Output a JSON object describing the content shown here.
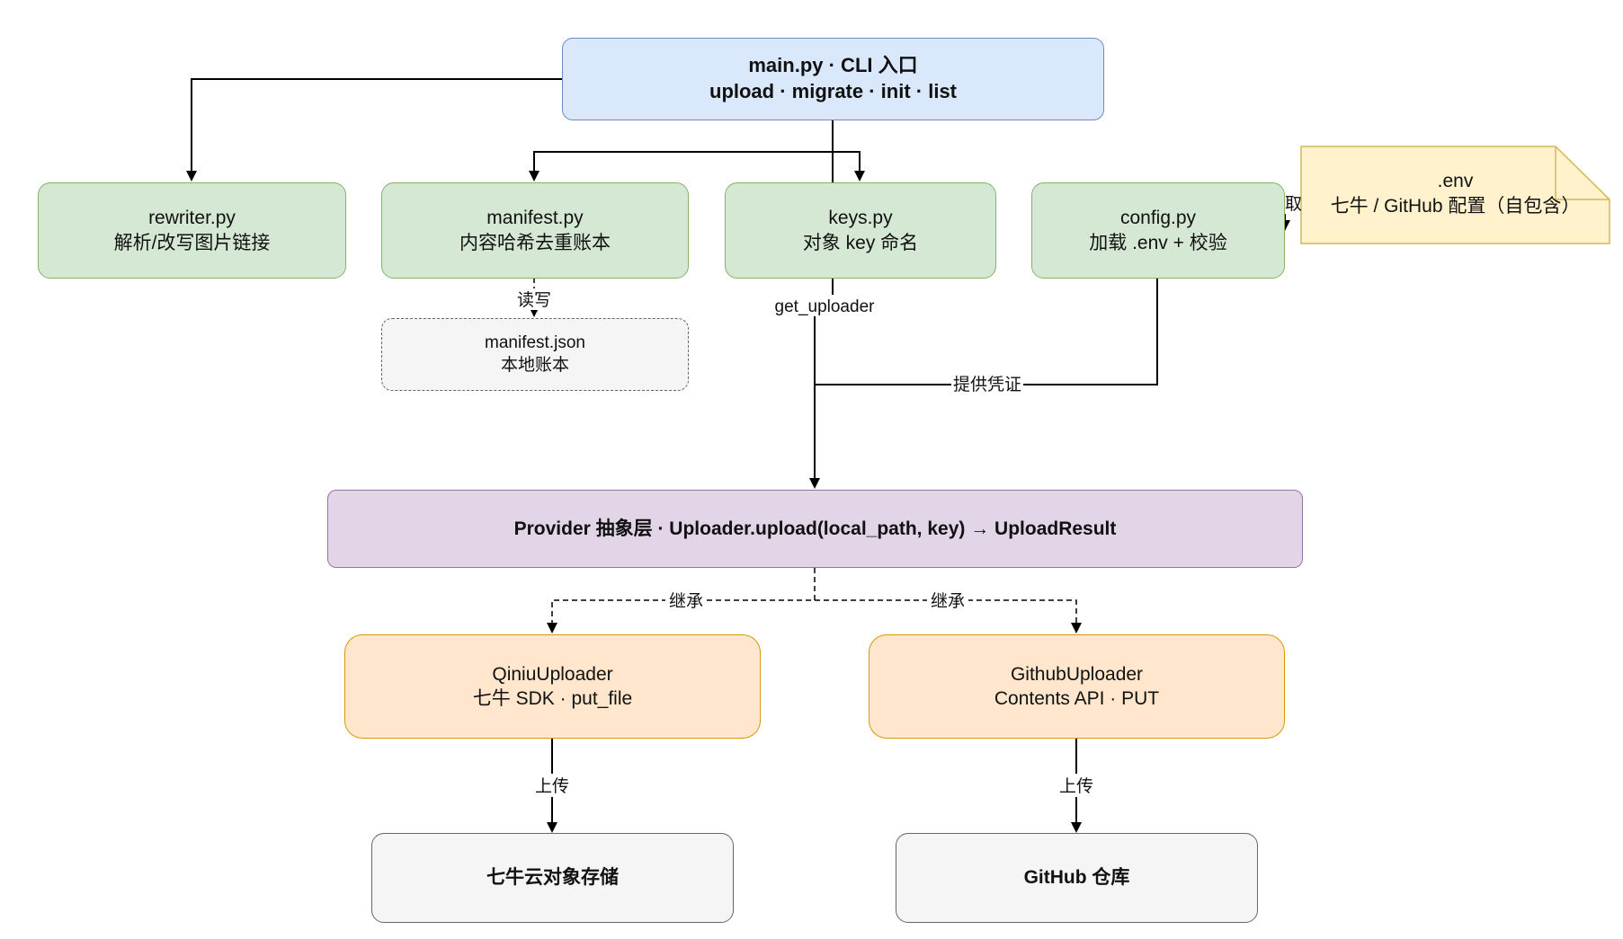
{
  "nodes": {
    "main": {
      "line1": "main.py · CLI 入口",
      "line2": "upload · migrate · init · list"
    },
    "rewriter": {
      "line1": "rewriter.py",
      "line2": "解析/改写图片链接"
    },
    "manifest": {
      "line1": "manifest.py",
      "line2": "内容哈希去重账本"
    },
    "keys": {
      "line1": "keys.py",
      "line2": "对象 key 命名"
    },
    "config": {
      "line1": "config.py",
      "line2": "加载 .env + 校验"
    },
    "env": {
      "line1": ".env",
      "line2": "七牛 / GitHub 配置（自包含）"
    },
    "manifest_json": {
      "line1": "manifest.json",
      "line2": "本地账本"
    },
    "provider": {
      "label": "Provider 抽象层 · Uploader.upload(local_path, key) → UploadResult"
    },
    "qiniu": {
      "line1": "QiniuUploader",
      "line2": "七牛 SDK · put_file"
    },
    "github": {
      "line1": "GithubUploader",
      "line2": "Contents API · PUT"
    },
    "qiniu_storage": {
      "label": "七牛云对象存储"
    },
    "github_repo": {
      "label": "GitHub 仓库"
    }
  },
  "edge_labels": {
    "read_write": "读写",
    "get_uploader": "get_uploader",
    "provide_credentials": "提供凭证",
    "read": "读取",
    "inherit_left": "继承",
    "inherit_right": "继承",
    "upload_left": "上传",
    "upload_right": "上传"
  },
  "colors": {
    "blue_fill": "#dae8fc",
    "blue_stroke": "#6c8ebf",
    "green_fill": "#d5e8d4",
    "green_stroke": "#82b366",
    "purple_fill": "#e1d5e7",
    "purple_stroke": "#9673a6",
    "orange_fill": "#ffe6cc",
    "orange_stroke": "#d79b00",
    "grey_fill": "#f5f5f5",
    "grey_stroke": "#666666",
    "note_fill": "#fff2cc",
    "note_stroke": "#d6b656"
  }
}
